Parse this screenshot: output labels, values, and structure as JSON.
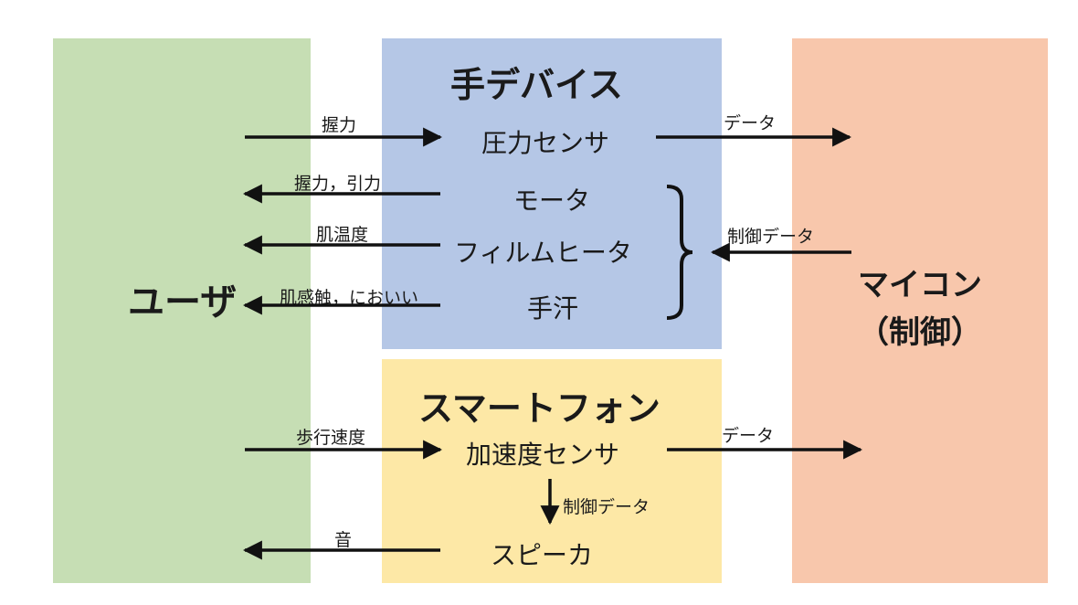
{
  "colors": {
    "user": "#c6deb4",
    "hand_device": "#b5c7e6",
    "smartphone": "#fde8a6",
    "mcu": "#f8c7ac",
    "arrow": "#111111"
  },
  "user": {
    "label": "ユーザ"
  },
  "hand_device": {
    "title": "手デバイス",
    "items": [
      "圧力センサ",
      "モータ",
      "フィルムヒータ",
      "手汗"
    ]
  },
  "smartphone": {
    "title": "スマートフォン",
    "items": [
      "加速度センサ",
      "スピーカ"
    ]
  },
  "mcu": {
    "line1": "マイコン",
    "line2": "（制御）"
  },
  "edge_labels": {
    "grip_in": "握力",
    "grip_out": "握力，引力",
    "skin_temp": "肌温度",
    "skin_touch": "肌感触，においい",
    "data_hand": "データ",
    "control_hand": "制御データ",
    "walk_speed": "歩行速度",
    "data_phone": "データ",
    "control_phone": "制御データ",
    "sound": "音"
  }
}
